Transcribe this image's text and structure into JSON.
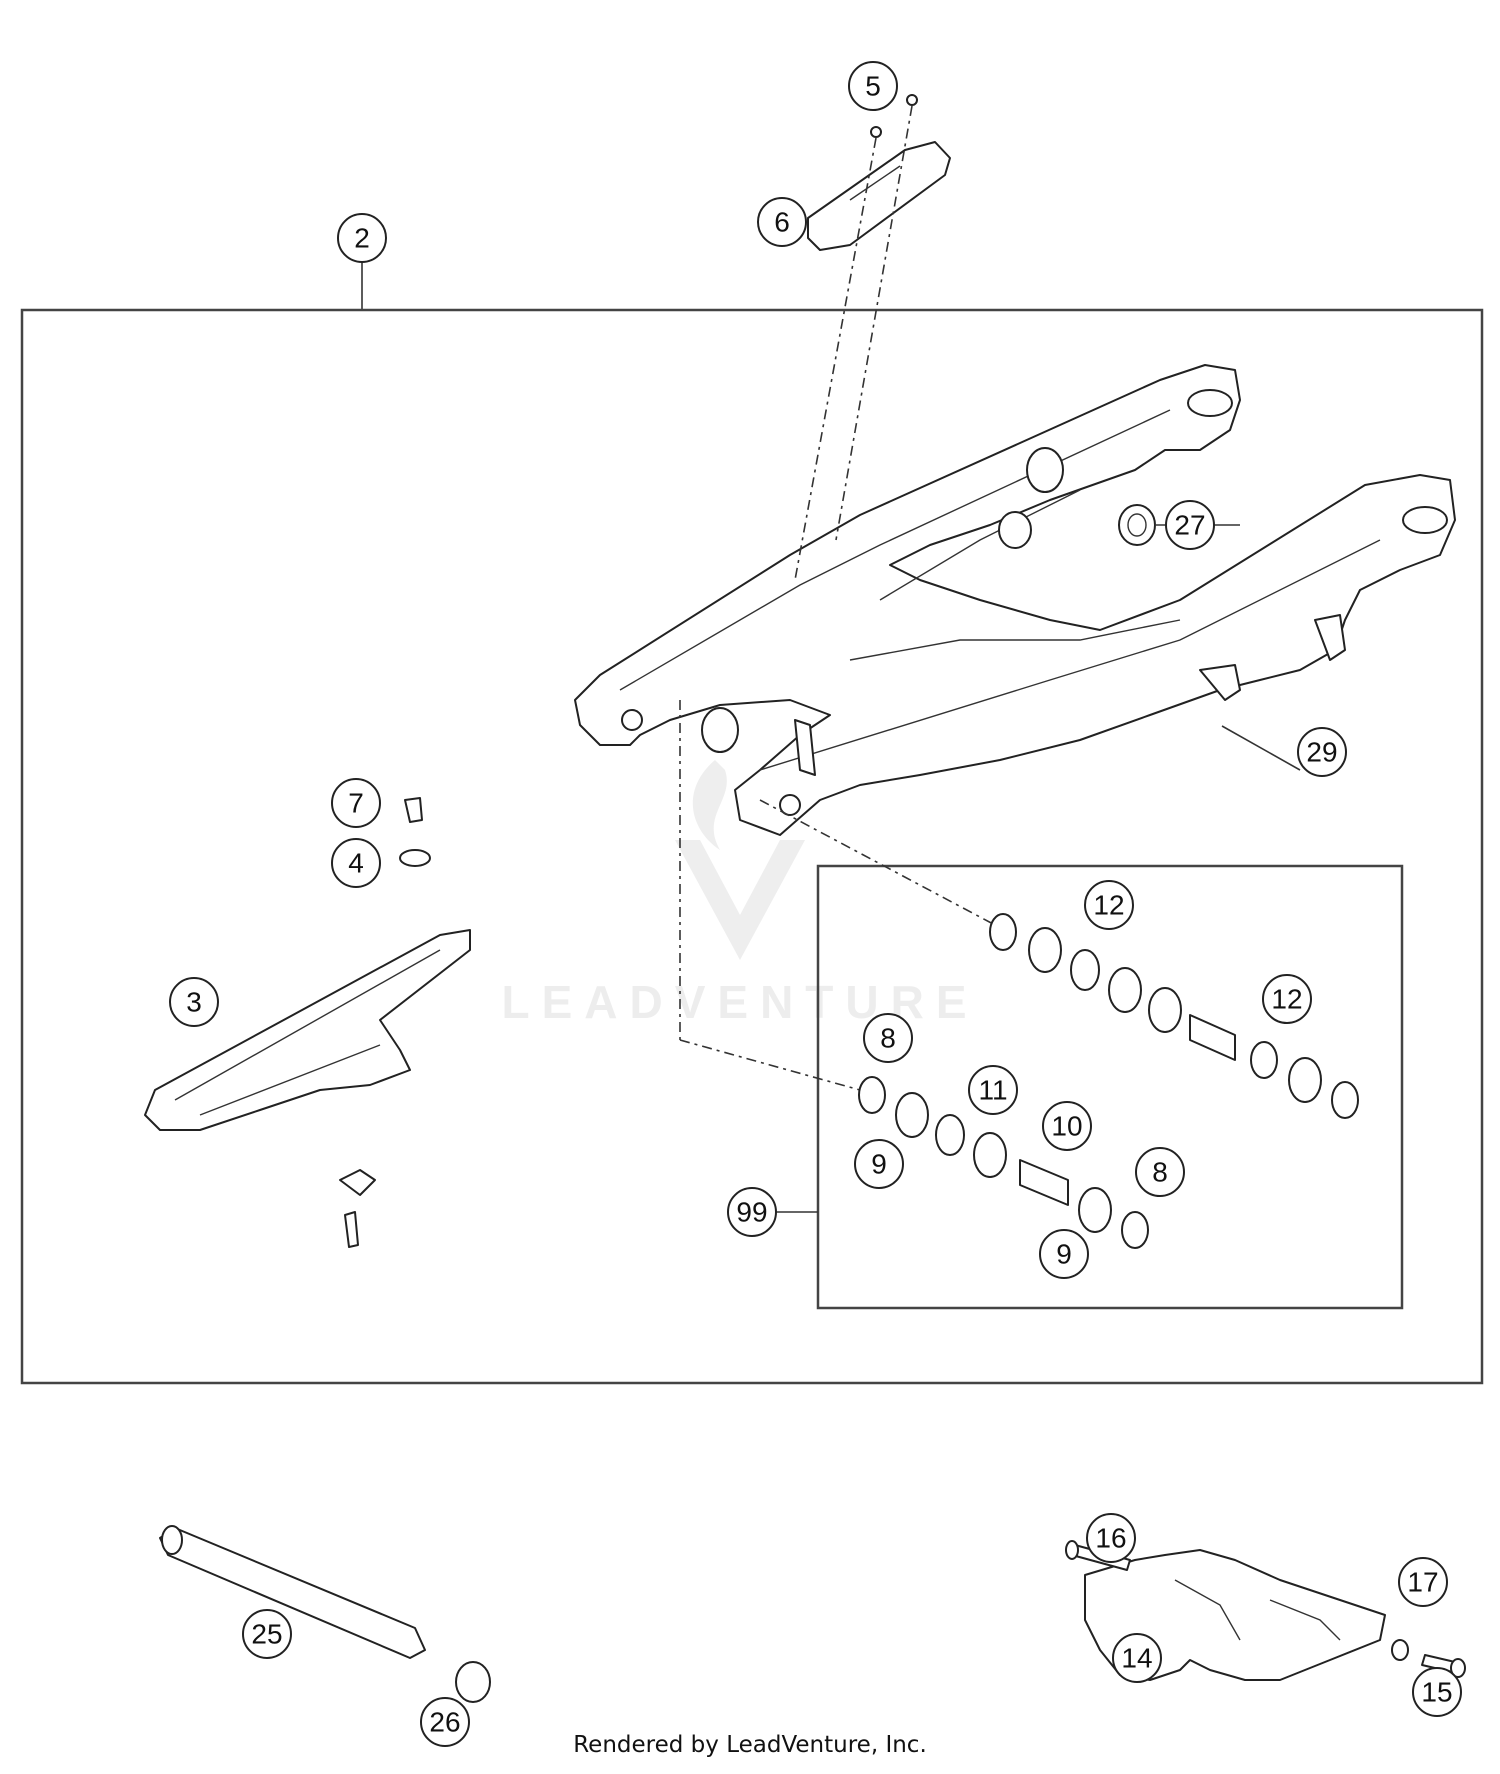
{
  "callouts": [
    {
      "label": "2"
    },
    {
      "label": "3"
    },
    {
      "label": "4"
    },
    {
      "label": "5"
    },
    {
      "label": "6"
    },
    {
      "label": "7"
    },
    {
      "label": "8"
    },
    {
      "label": "8"
    },
    {
      "label": "9"
    },
    {
      "label": "9"
    },
    {
      "label": "10"
    },
    {
      "label": "11"
    },
    {
      "label": "12"
    },
    {
      "label": "12"
    },
    {
      "label": "14"
    },
    {
      "label": "15"
    },
    {
      "label": "16"
    },
    {
      "label": "17"
    },
    {
      "label": "25"
    },
    {
      "label": "26"
    },
    {
      "label": "27"
    },
    {
      "label": "29"
    },
    {
      "label": "99"
    }
  ],
  "watermark": "LEADVENTURE",
  "footer": "Rendered by LeadVenture, Inc."
}
